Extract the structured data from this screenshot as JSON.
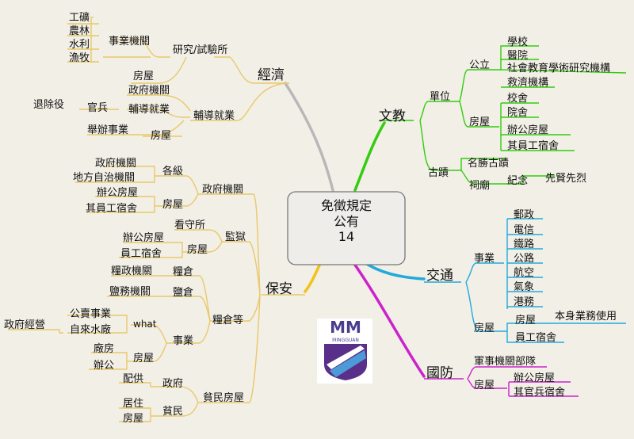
{
  "center": {
    "line1": "免徵規定",
    "line2": "公有",
    "line3": "14"
  },
  "colors": {
    "economy": "#b8b8b8",
    "education": "#33cc11",
    "transport": "#22aadd",
    "defense": "#cc22cc",
    "security": "#f2c21a",
    "leaf_line": "#e8c96a"
  },
  "nodes": {
    "jingji": "經濟",
    "yanjiusuo": "研究/試驗所",
    "shiye_jiguan": "事業機關",
    "gongkuang": "工礦",
    "nonglin": "農林",
    "shuili": "水利",
    "yumu": "漁牧",
    "fangwu_e1": "房屋",
    "zhengfu_jiguan_e": "政府機關",
    "fudao_jiuye": "輔導就業",
    "fudao_jiuye2": "輔導就業",
    "guanbing": "官兵",
    "tuichuyi": "退除役",
    "juban_shiye": "舉辦事業",
    "fangwu_e2": "房屋",
    "wenjiao": "文教",
    "danwei": "單位",
    "gongli": "公立",
    "xuexiao": "學校",
    "yiyuan": "醫院",
    "shehui_jiaoyu": "社會教育學術研究機構",
    "jiuji_jigou": "救濟機構",
    "fangwu_w": "房屋",
    "xiaoshe": "校舍",
    "yuanshe": "院舍",
    "bangong_w": "辦公房屋",
    "qiyuangong_w": "其員工宿舍",
    "guji": "古蹟",
    "mingsheng": "名勝古蹟",
    "cimiao": "祠廟",
    "jinian": "紀念",
    "xianxian": "先賢先烈",
    "jiaotong": "交通",
    "shiye_t": "事業",
    "youzheng": "郵政",
    "dianxin": "電信",
    "tielu": "鐵路",
    "gonglu": "公路",
    "hangkong": "航空",
    "qixiang": "氣象",
    "ganwu": "港務",
    "fangwu_t": "房屋",
    "fangwu_t2": "房屋",
    "benshen": "本身業務使用",
    "yuangong_t": "員工宿舍",
    "guofang": "國防",
    "junshi": "軍事機關部隊",
    "fangwu_g": "房屋",
    "bangong_g": "辦公房屋",
    "qiguanbing": "其官兵宿舍",
    "baoan": "保安",
    "zhengfu_jiguan_b": "政府機關",
    "gejí": "各級",
    "zhengfu_jiguan_b2": "政府機關",
    "difang": "地方自治機關",
    "fangwu_b1": "房屋",
    "bangong_b1": "辦公房屋",
    "qiyuangong_b": "其員工宿舍",
    "jianyu": "監獄",
    "kanshousuo": "看守所",
    "fangwu_b2": "房屋",
    "bangong_b2": "辦公房屋",
    "yuangong_b": "員工宿舍",
    "liangcang": "糧倉等",
    "liangcang1": "糧倉",
    "liangzheng": "糧政機關",
    "yancang": "鹽倉",
    "yanwu": "鹽務機關",
    "shiye_b": "事業",
    "what": "what",
    "gongmai": "公賣事業",
    "zilaishui": "自來水廠",
    "zhengfu_jingying": "政府經營",
    "fangwu_b3": "房屋",
    "changfang": "廠房",
    "bangong_b3": "辦公",
    "pinmin": "貧民房屋",
    "zhengfu_b": "政府",
    "peigong": "配供",
    "pinmin2": "貧民",
    "juzhu": "居住",
    "fangwu_b4": "房屋"
  },
  "logo": {
    "text": "MINGGUAN"
  }
}
